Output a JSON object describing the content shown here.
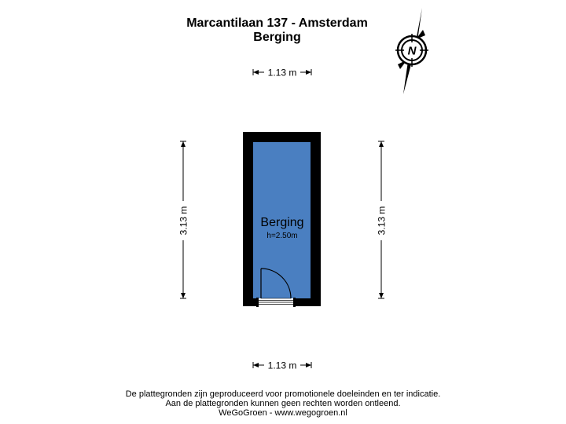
{
  "header": {
    "address": "Marcantilaan 137 - Amsterdam",
    "floor": "Berging"
  },
  "compass": {
    "label": "N"
  },
  "room": {
    "name": "Berging",
    "height": "h=2.50m",
    "fill_color": "#4a7fc1",
    "wall_color": "#000000"
  },
  "dimensions": {
    "top": "1.13 m",
    "bottom": "1.13 m",
    "left": "3.13 m",
    "right": "3.13 m"
  },
  "footer": {
    "line1": "De plattegronden zijn geproduceerd voor promotionele doeleinden en ter indicatie.",
    "line2": "Aan de plattegronden kunnen geen rechten worden ontleend.",
    "line3": "WeGoGroen -  www.wegogroen.nl"
  }
}
